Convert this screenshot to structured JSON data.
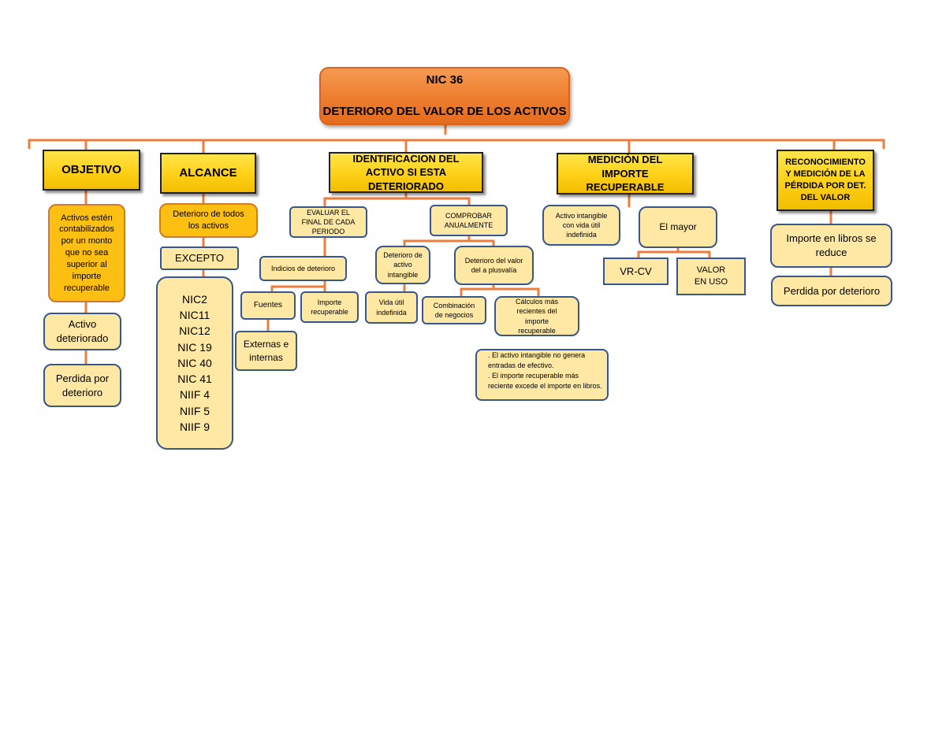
{
  "title": {
    "line1": "NIC 36",
    "line2": "DETERIORO DEL VALOR DE LOS ACTIVOS"
  },
  "headers": {
    "objetivo": "OBJETIVO",
    "alcance": "ALCANCE",
    "identificacion": "IDENTIFICACION DEL ACTIVO SI ESTA DETERIORADO",
    "medicion": "MEDICIÓN DEL IMPORTE RECUPERABLE",
    "reconocimiento": "RECONOCIMIENTO Y MEDICIÓN DE LA PÉRDIDA POR DET. DEL VALOR"
  },
  "objetivo": {
    "description": "Activos estén contabilizados por un monto que no sea superior al importe recuperable",
    "activo_deteriorado": "Activo deteriorado",
    "perdida": "Perdida por deterioro"
  },
  "alcance": {
    "deterioro": "Deterioro de todos los activos",
    "excepto": "EXCEPTO",
    "normas": [
      "NIC2",
      "NIC11",
      "NIC12",
      "NIC 19",
      "NIC 40",
      "NIC 41",
      "NIIF 4",
      "NIIF 5",
      "NIIF 9"
    ]
  },
  "identificacion": {
    "evaluar": "EVALUAR EL FINAL DE CADA PERIODO",
    "comprobar": "COMPROBAR ANUALMENTE",
    "indicios": "Indicios de deterioro",
    "fuentes": "Fuentes",
    "importe_recuperable": "Importe recuperable",
    "externas": "Externas e internas",
    "deterioro_intangible": "Deterioro de activo intangible",
    "deterioro_plusvalia": "Deterioro del valor del a plusvalía",
    "vida_util": "Vida útil indefinida",
    "combinacion": "Combinación de negocios",
    "calculos": "Cálculos más recientes del importe recuperable",
    "notes": [
      ".   El activo intangible no genera",
      "entradas de efectivo.",
      ". El importe recuperable más",
      "reciente excede el importe en libros."
    ]
  },
  "medicion": {
    "activo_intangible": "Activo intangible con vida útil indefinida",
    "el_mayor": "El mayor",
    "vr_cv": "VR-CV",
    "valor_uso": "VALOR EN USO"
  },
  "reconocimiento": {
    "importe_libros": "Importe en libros se reduce",
    "perdida": "Perdida por deterioro"
  },
  "colors": {
    "connector": "#ee7d3c",
    "title_fill": "#ee7d2e",
    "header_fill": "#ffd21a",
    "gold_fill": "#fdbf12",
    "pale_fill": "#fee8a4",
    "pale_border": "#36568c"
  }
}
